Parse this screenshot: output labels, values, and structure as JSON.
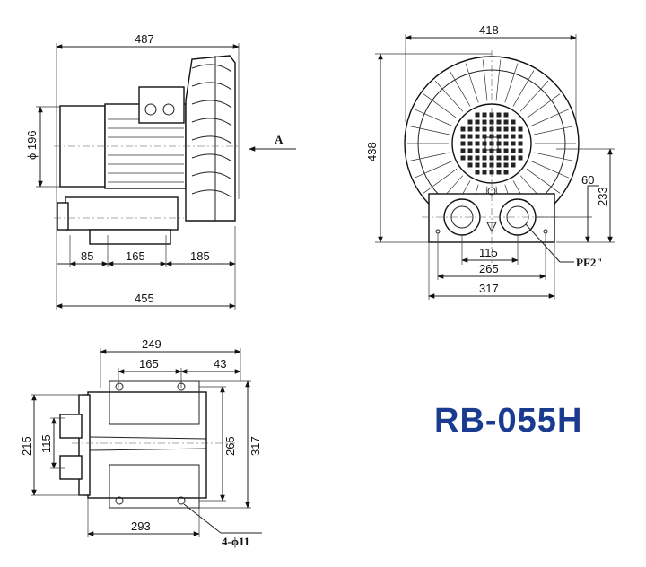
{
  "model": {
    "label": "RB-055H",
    "color": "#1a3b8f"
  },
  "side_view": {
    "dims": {
      "overall_length": "487",
      "motor_diameter": "ϕ 196",
      "view_label": "A",
      "foot_left": "85",
      "foot_middle": "165",
      "foot_right": "185",
      "base_length": "455"
    }
  },
  "front_view": {
    "dims": {
      "width": "418",
      "height": "438",
      "port_offset": "60",
      "port_height": "233",
      "port_spacing": "115",
      "foot_spacing": "265",
      "base_width": "317",
      "port_label": "PF2\""
    }
  },
  "bottom_view": {
    "dims": {
      "overall": "249",
      "hole_spacing": "165",
      "edge": "43",
      "flange_height": "215",
      "port_spacing": "115",
      "hole_span": "265",
      "base_span": "317",
      "depth": "293",
      "holes_label": "4-ϕ11"
    }
  }
}
